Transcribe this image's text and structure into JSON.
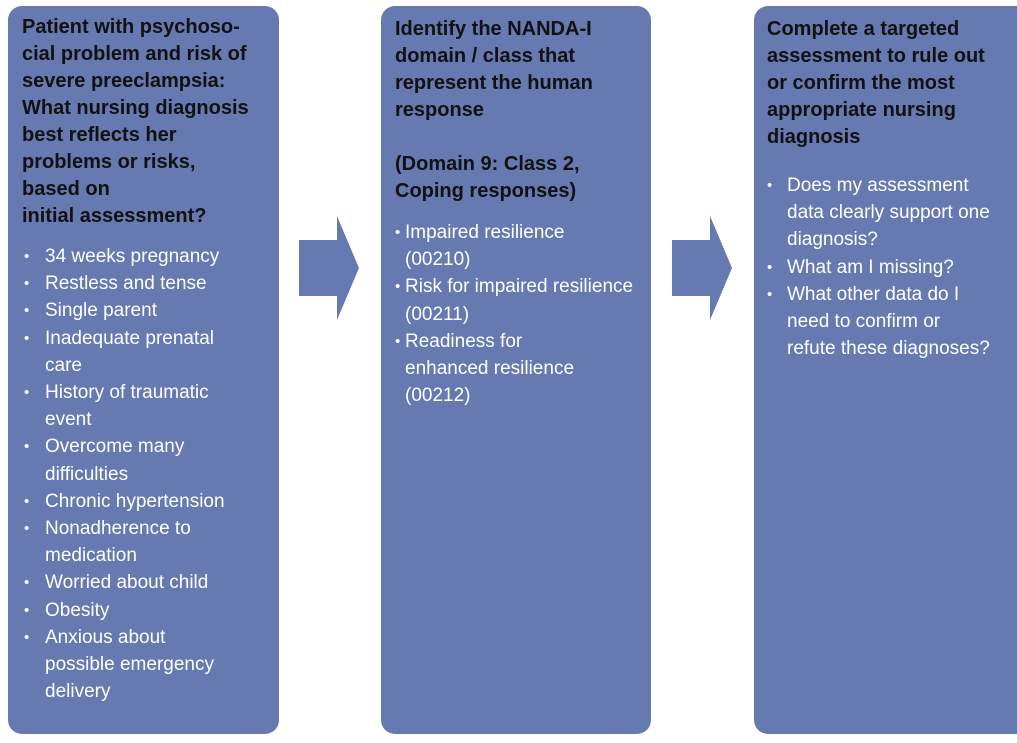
{
  "colors": {
    "box_fill": "#6679b0",
    "heading_text": "#111111",
    "body_text": "#ffffff"
  },
  "column1": {
    "heading_lines": [
      "Patient with psychoso-",
      "cial problem and risk of",
      "severe preeclampsia:",
      "What nursing diagnosis",
      "best reflects her",
      "problems or risks,",
      "based on",
      "initial assessment?"
    ],
    "items": [
      [
        "34 weeks pregnancy"
      ],
      [
        "Restless and tense"
      ],
      [
        "Single parent"
      ],
      [
        "Inadequate prenatal",
        "care"
      ],
      [
        "History of traumatic",
        "event"
      ],
      [
        "Overcome many",
        "difficulties"
      ],
      [
        "Chronic hypertension"
      ],
      [
        "Nonadherence to",
        "medication"
      ],
      [
        "Worried about child"
      ],
      [
        "Obesity"
      ],
      [
        "Anxious about",
        "possible emergency",
        "delivery"
      ]
    ]
  },
  "column2": {
    "heading_lines": [
      "Identify the NANDA-I",
      "domain / class that",
      "represent the human",
      "response"
    ],
    "subheading_lines": [
      "(Domain 9: Class 2,",
      "Coping responses)"
    ],
    "items": [
      [
        "Impaired resilience",
        "(00210)"
      ],
      [
        "Risk for impaired resilience",
        " (00211)"
      ],
      [
        "Readiness for",
        "enhanced resilience",
        "(00212)"
      ]
    ]
  },
  "column3": {
    "heading_lines": [
      "Complete a targeted",
      "assessment to rule out",
      "or confirm the most",
      "appropriate nursing",
      "diagnosis"
    ],
    "items": [
      [
        "Does my assessment",
        "data clearly support one",
        "diagnosis?"
      ],
      [
        "What am I missing?"
      ],
      [
        "What other data do I",
        "need to confirm or",
        "refute these diagnoses?"
      ]
    ]
  },
  "arrows": [
    {
      "name": "arrow-right-1",
      "from": "column1",
      "to": "column2"
    },
    {
      "name": "arrow-right-2",
      "from": "column2",
      "to": "column3"
    }
  ]
}
